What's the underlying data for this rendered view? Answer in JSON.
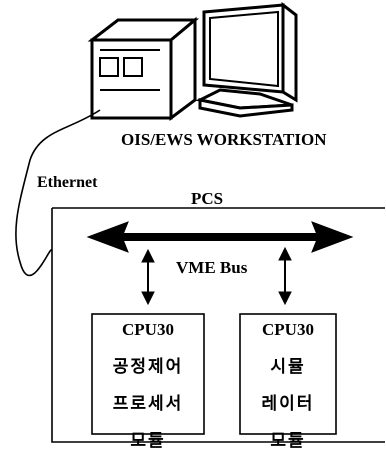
{
  "workstation": {
    "label": "OIS/EWS WORKSTATION"
  },
  "network": {
    "label": "Ethernet"
  },
  "system": {
    "label": "PCS"
  },
  "bus": {
    "label": "VME Bus"
  },
  "modules": [
    {
      "title": "CPU30",
      "lines": [
        "공정제어",
        "프로세서",
        "모듈"
      ]
    },
    {
      "title": "CPU30",
      "lines": [
        "시뮬",
        "레이터",
        "모듈"
      ]
    }
  ]
}
